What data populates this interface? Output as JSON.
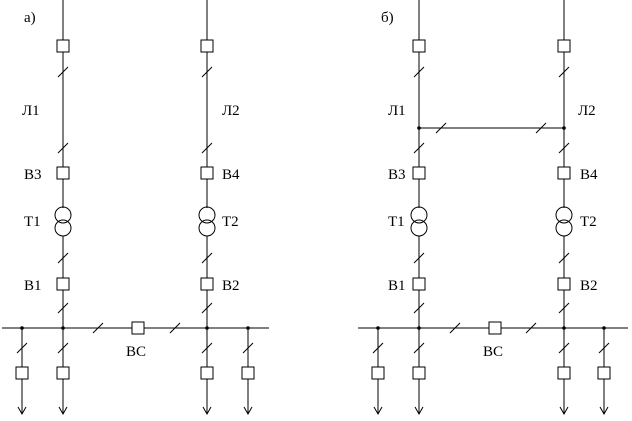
{
  "panel_a": {
    "label": "а)",
    "line1": "Л1",
    "line2": "Л2",
    "b3": "В3",
    "b4": "В4",
    "t1": "Т1",
    "t2": "Т2",
    "b1": "В1",
    "b2": "В2",
    "bc": "ВС"
  },
  "panel_b": {
    "label": "б)",
    "line1": "Л1",
    "line2": "Л2",
    "b3": "В3",
    "b4": "В4",
    "t1": "Т1",
    "t2": "Т2",
    "b1": "В1",
    "b2": "В2",
    "bc": "ВС"
  }
}
